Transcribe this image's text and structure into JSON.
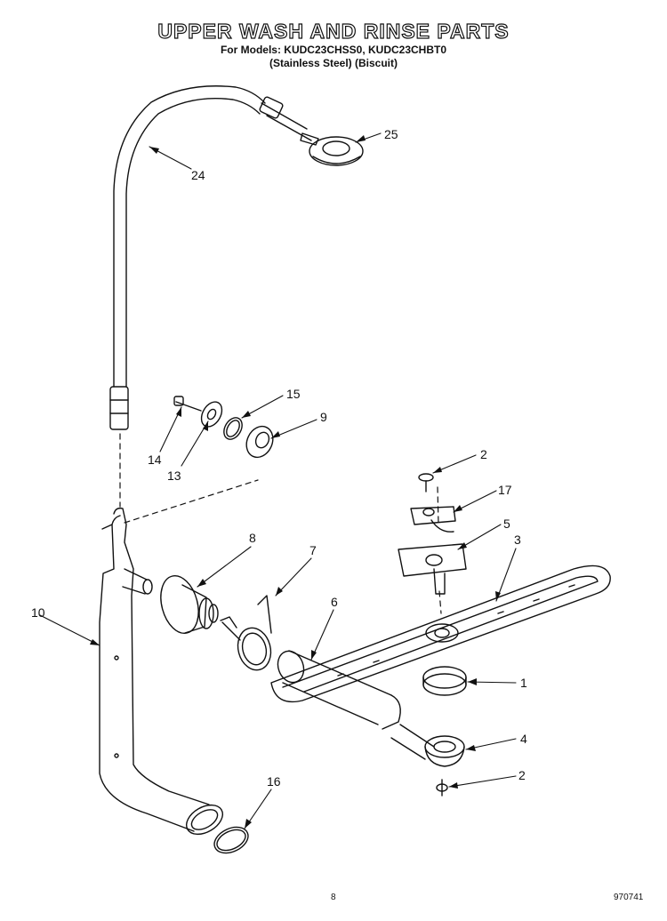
{
  "header": {
    "title": "UPPER WASH AND RINSE PARTS",
    "models": "For Models: KUDC23CHSS0, KUDC23CHBT0",
    "variants": "(Stainless Steel) (Biscuit)"
  },
  "callouts": [
    "25",
    "24",
    "15",
    "9",
    "14",
    "13",
    "2",
    "17",
    "5",
    "3",
    "8",
    "7",
    "6",
    "10",
    "1",
    "4",
    "2",
    "16"
  ],
  "footer": {
    "page": "8",
    "code": "970741"
  }
}
